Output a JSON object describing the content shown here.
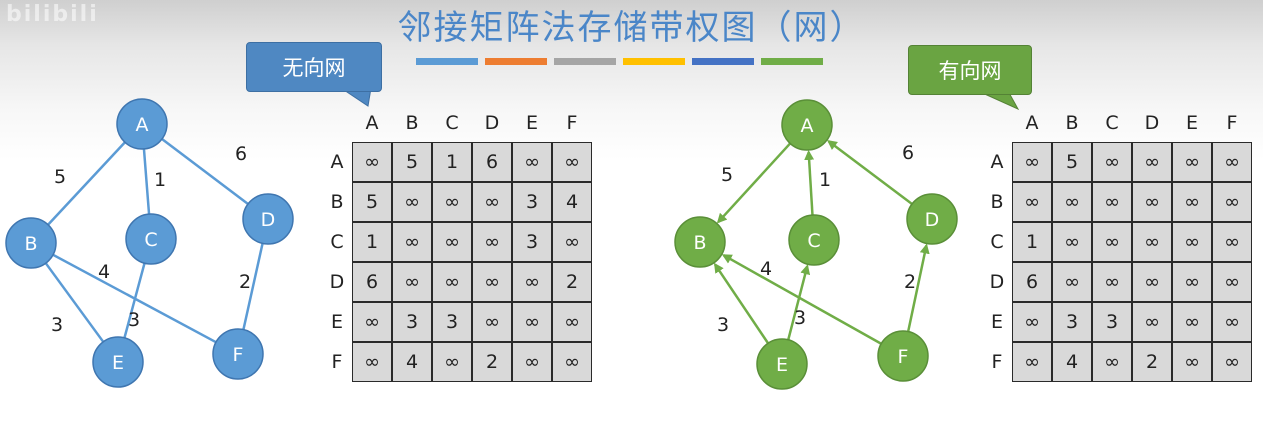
{
  "watermark": "bilibili",
  "title": "邻接矩阵法存储带权图（网）",
  "palette": [
    "#5b9bd5",
    "#ed7d31",
    "#a5a5a5",
    "#ffc000",
    "#4472c4",
    "#70ad47"
  ],
  "undirected": {
    "callout": "无向网",
    "color": "#5b9bd5",
    "nodes": [
      "A",
      "B",
      "C",
      "D",
      "E",
      "F"
    ],
    "edges": [
      {
        "from": "A",
        "to": "B",
        "w": "5"
      },
      {
        "from": "A",
        "to": "C",
        "w": "1"
      },
      {
        "from": "A",
        "to": "D",
        "w": "6"
      },
      {
        "from": "B",
        "to": "E",
        "w": "3"
      },
      {
        "from": "B",
        "to": "F",
        "w": "4"
      },
      {
        "from": "C",
        "to": "E",
        "w": "3"
      },
      {
        "from": "D",
        "to": "F",
        "w": "2"
      }
    ],
    "headers": [
      "A",
      "B",
      "C",
      "D",
      "E",
      "F"
    ],
    "matrix": [
      [
        "∞",
        "5",
        "1",
        "6",
        "∞",
        "∞"
      ],
      [
        "5",
        "∞",
        "∞",
        "∞",
        "3",
        "4"
      ],
      [
        "1",
        "∞",
        "∞",
        "∞",
        "3",
        "∞"
      ],
      [
        "6",
        "∞",
        "∞",
        "∞",
        "∞",
        "2"
      ],
      [
        "∞",
        "3",
        "3",
        "∞",
        "∞",
        "∞"
      ],
      [
        "∞",
        "4",
        "∞",
        "2",
        "∞",
        "∞"
      ]
    ]
  },
  "directed": {
    "callout": "有向网",
    "color": "#70ad47",
    "nodes": [
      "A",
      "B",
      "C",
      "D",
      "E",
      "F"
    ],
    "edges": [
      {
        "from": "A",
        "to": "B",
        "w": "5"
      },
      {
        "from": "C",
        "to": "A",
        "w": "1"
      },
      {
        "from": "D",
        "to": "A",
        "w": "6"
      },
      {
        "from": "E",
        "to": "B",
        "w": "3"
      },
      {
        "from": "E",
        "to": "C",
        "w": "3"
      },
      {
        "from": "F",
        "to": "B",
        "w": "4"
      },
      {
        "from": "F",
        "to": "D",
        "w": "2"
      }
    ],
    "headers": [
      "A",
      "B",
      "C",
      "D",
      "E",
      "F"
    ],
    "matrix": [
      [
        "∞",
        "5",
        "∞",
        "∞",
        "∞",
        "∞"
      ],
      [
        "∞",
        "∞",
        "∞",
        "∞",
        "∞",
        "∞"
      ],
      [
        "1",
        "∞",
        "∞",
        "∞",
        "∞",
        "∞"
      ],
      [
        "6",
        "∞",
        "∞",
        "∞",
        "∞",
        "∞"
      ],
      [
        "∞",
        "3",
        "3",
        "∞",
        "∞",
        "∞"
      ],
      [
        "∞",
        "4",
        "∞",
        "2",
        "∞",
        "∞"
      ]
    ]
  }
}
